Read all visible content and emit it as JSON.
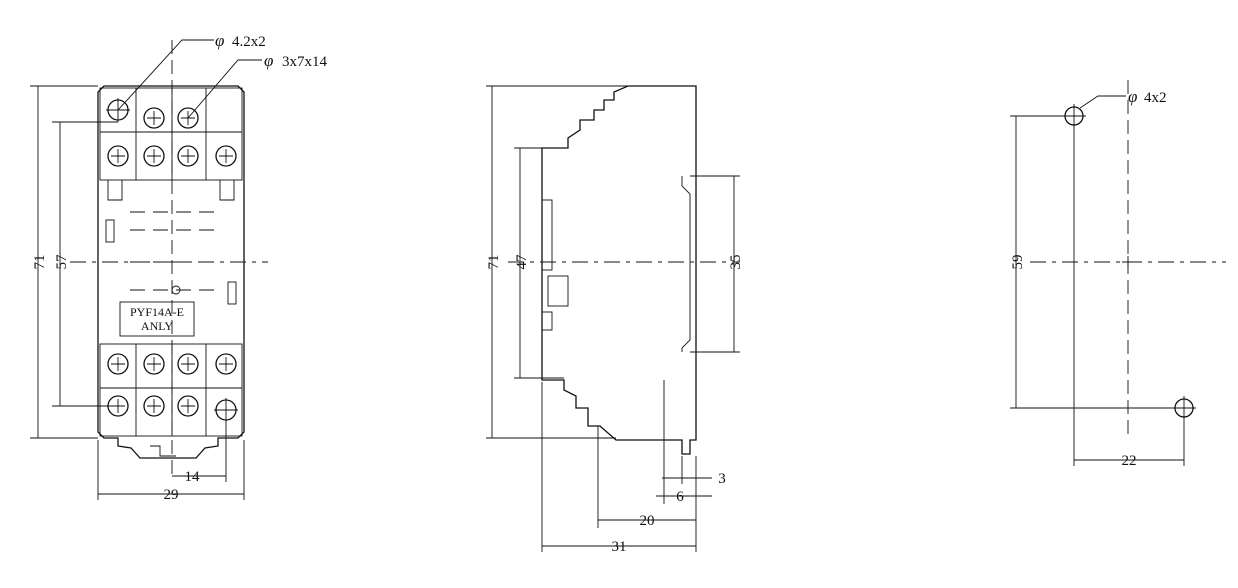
{
  "front_view": {
    "phi_symbol": "φ",
    "hole_callout": "4.2x2",
    "screw_callout": "3x7x14",
    "dim_height_total": "71",
    "dim_height_holes": "57",
    "dim_width_holes": "14",
    "dim_width_total": "29",
    "model_label": "PYF14A-E",
    "brand_label": "ANLY"
  },
  "side_view": {
    "dim_height_total": "71",
    "dim_height_inner": "47",
    "dim_rail": "35",
    "dim_3": "3",
    "dim_6": "6",
    "dim_20": "20",
    "dim_31": "31"
  },
  "mounting_view": {
    "phi_symbol": "φ",
    "hole_callout": "4x2",
    "dim_height": "59",
    "dim_width": "22"
  }
}
